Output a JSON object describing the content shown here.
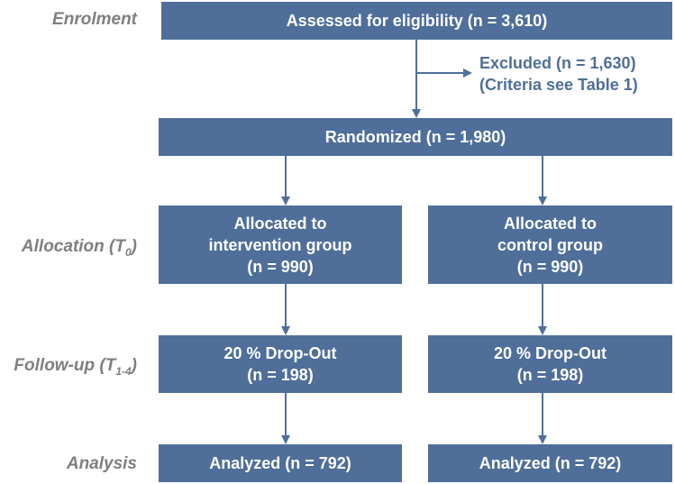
{
  "stages": {
    "enrolment": "Enrolment",
    "allocation": "Allocation (T",
    "allocation_sub": "0",
    "allocation_close": ")",
    "followup": "Follow-up (T",
    "followup_sub": "1-4",
    "followup_close": ")",
    "analysis": "Analysis"
  },
  "boxes": {
    "assessed": "Assessed for eligibility (n = 3,610)",
    "excluded_line1": "Excluded (n = 1,630)",
    "excluded_line2": "(Criteria see Table 1)",
    "randomized": "Randomized (n = 1,980)",
    "alloc_intervention": [
      "Allocated to",
      "intervention group",
      "(n = 990)"
    ],
    "alloc_control": [
      "Allocated to",
      "control group",
      "(n = 990)"
    ],
    "dropout_intervention": [
      "20 % Drop-Out",
      "(n = 198)"
    ],
    "dropout_control": [
      "20 % Drop-Out",
      "(n = 198)"
    ],
    "analyzed_intervention": "Analyzed (n = 792)",
    "analyzed_control": "Analyzed (n = 792)"
  },
  "colors": {
    "box": "#4f6f9a",
    "stage_label": "#7f7f7f",
    "arrow": "#4f6f9a"
  }
}
